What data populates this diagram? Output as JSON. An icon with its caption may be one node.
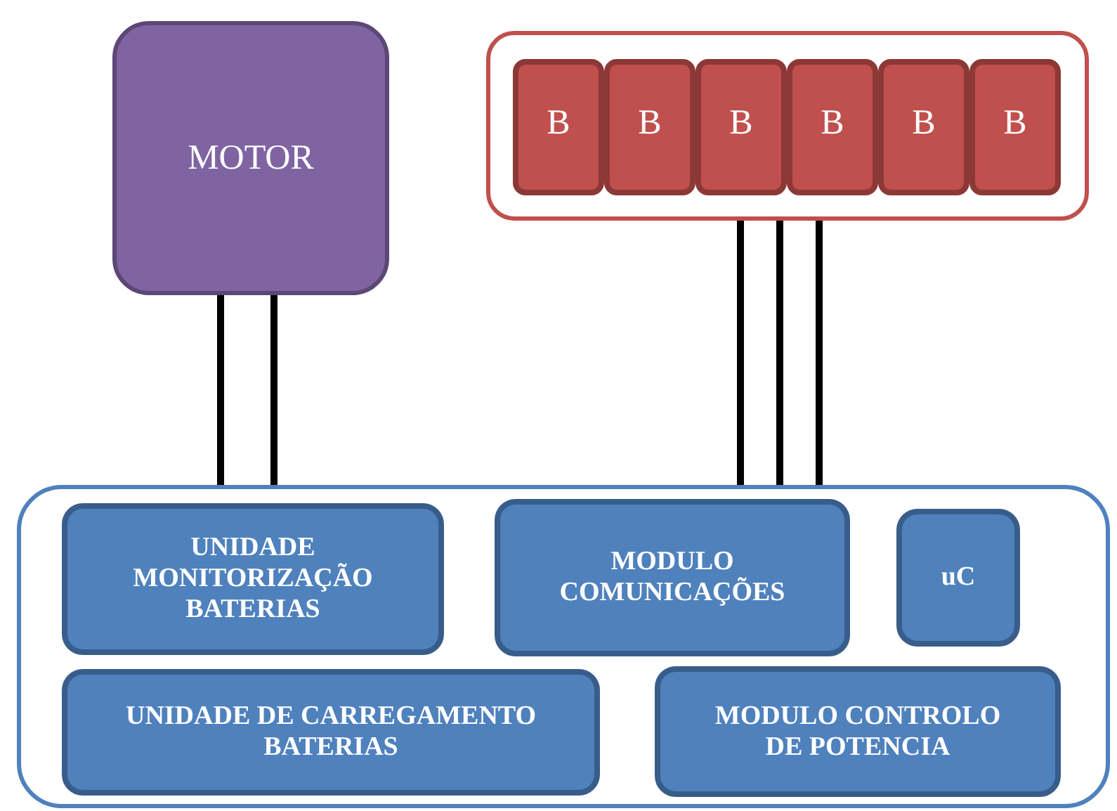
{
  "diagram": {
    "nodes": [
      {
        "text": [
          "MOTOR"
        ]
      },
      {
        "text": [],
        "shape": "box"
      },
      {
        "text": [
          "B"
        ],
        "in": 1
      },
      {
        "text": [
          "B"
        ],
        "in": 1
      },
      {
        "text": [
          "B"
        ],
        "in": 1
      },
      {
        "text": [
          "B"
        ],
        "in": 1
      },
      {
        "text": [
          "B"
        ],
        "in": 1
      },
      {
        "text": [
          "B"
        ],
        "in": 1
      },
      {
        "text": [],
        "shape": "box"
      },
      {
        "text": [
          "UNIDADE MONITORIZAÇÃO BATERIAS"
        ],
        "in": 8
      },
      {
        "text": [
          "MODULO COMUNICAÇÕES"
        ],
        "in": 8
      },
      {
        "text": [
          "uC"
        ],
        "in": 8
      },
      {
        "text": [
          "UNIDADE DE CARREGAMENTO BATERIAS"
        ],
        "in": 8
      },
      {
        "text": [
          "MODULO CONTROLO DE POTENCIA"
        ],
        "in": 8
      }
    ],
    "edges": [
      {
        "from": 0,
        "to": 8,
        "arrow": "none"
      },
      {
        "from": 0,
        "to": 8,
        "arrow": "none"
      },
      {
        "from": 1,
        "to": 8,
        "arrow": "none"
      },
      {
        "from": 1,
        "to": 8,
        "arrow": "none"
      },
      {
        "from": 1,
        "to": 8,
        "arrow": "none"
      }
    ]
  }
}
